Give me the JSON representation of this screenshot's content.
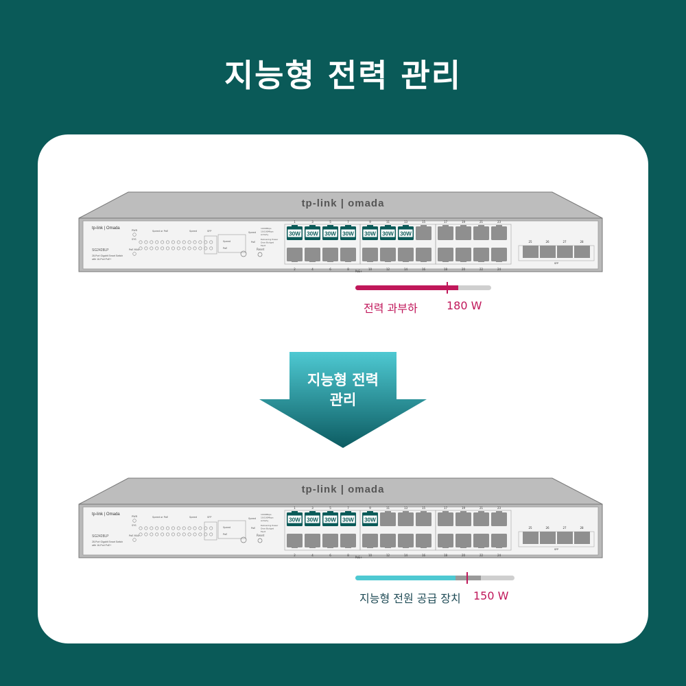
{
  "title": "지능형 전력 관리",
  "colors": {
    "background": "#0a5a58",
    "magenta": "#c0175a",
    "teal": "#4ec9d2",
    "card": "#ffffff"
  },
  "switch": {
    "brand": "tp-link",
    "product_line": "Omada",
    "front_logo": "tp-link | omada",
    "model": "SG2428LP",
    "description_line1": "28-Port Gigabit Smart Switch",
    "description_line2": "with 16-Port PoE+",
    "labels": {
      "pwr": "PWR",
      "sys": "SYS",
      "poe_max": "PoE MAX",
      "speed_poe": "Speed or PoE",
      "speed": "Speed",
      "sfp": "SFP",
      "mode_speed": "Speed",
      "mode_poe": "PoE",
      "reset": "Reset",
      "poe_plus": "PoE+",
      "led_speed": "Speed",
      "led_poe": "PoE"
    },
    "legend_speed": [
      "1000Mbps",
      "10/100Mbps",
      "Activity"
    ],
    "legend_poe": [
      "Delivering Power",
      "Over Budget",
      "Fault"
    ],
    "top_port_numbers": [
      "1",
      "3",
      "5",
      "7",
      "9",
      "11",
      "13",
      "15",
      "17",
      "19",
      "21",
      "23"
    ],
    "bottom_port_numbers": [
      "2",
      "4",
      "6",
      "8",
      "10",
      "12",
      "14",
      "16",
      "18",
      "20",
      "22",
      "24"
    ],
    "sfp_numbers": [
      "25",
      "26",
      "27",
      "28"
    ],
    "port_power_label": "30W"
  },
  "scenario_overload": {
    "powered_ports": 7,
    "status_label": "전력 과부하",
    "watt_label": "180 W",
    "fill_ratio": 0.76,
    "marker_ratio": 0.67
  },
  "arrow": {
    "line1": "지능형 전력",
    "line2": "관리"
  },
  "scenario_managed": {
    "powered_ports": 5,
    "status_label": "지능형 전원 공급 장치",
    "watt_label": "150 W",
    "fill_ratio": 0.63,
    "marker_ratio": 0.7
  }
}
